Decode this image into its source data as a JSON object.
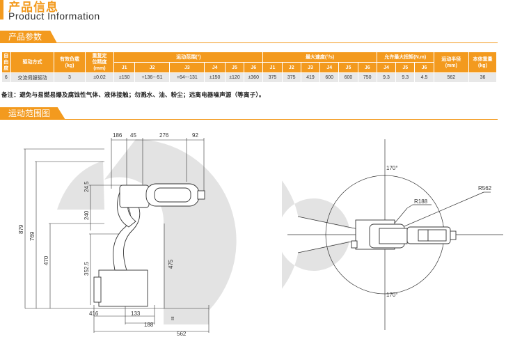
{
  "header": {
    "title_cn": "产品信息",
    "title_en": "Product Information"
  },
  "sections": {
    "params": "产品参数",
    "range": "运动范围图"
  },
  "table": {
    "h": {
      "axes": "自由度",
      "drive": "驱动方式",
      "payload": "有效负载\n(kg)",
      "repeat": "重复定\n位精度\n(mm)",
      "motion_range": "运动范围(°)",
      "max_speed": "最大速度(°/s)",
      "torque": "允许最大扭矩(N.m)",
      "radius": "运动半径\n(mm)",
      "weight": "本体重量\n(kg)"
    },
    "joints_motion": [
      "J1",
      "J2",
      "J3",
      "J4",
      "J5",
      "J6"
    ],
    "joints_speed": [
      "J1",
      "J2",
      "J3",
      "J4",
      "J5",
      "J6"
    ],
    "joints_torque": [
      "J4",
      "J5",
      "J6"
    ],
    "row": {
      "axes": "6",
      "drive": "交流伺服驱动",
      "payload": "3",
      "repeat": "±0.02",
      "motion": [
        "±150",
        "+136~-51",
        "+64~-131",
        "±150",
        "±120",
        "±360"
      ],
      "speed": [
        "375",
        "375",
        "419",
        "600",
        "600",
        "750"
      ],
      "torque": [
        "9.3",
        "9.3",
        "4.5"
      ],
      "radius": "562",
      "weight": "36"
    }
  },
  "note": "备注：避免与易燃易爆及腐蚀性气体、液体接触；勿溅水、油、粉尘；远离电器噪声源（等离子）。",
  "side_view": {
    "top_dims": [
      "186",
      "45",
      "276",
      "92"
    ],
    "vert_dims": [
      "879",
      "769",
      "470",
      "240",
      "352.5",
      "24.5",
      "475",
      "88"
    ],
    "bottom_dims": [
      "416",
      "133",
      "188",
      "562"
    ]
  },
  "top_view": {
    "angle_top": "170°",
    "angle_bottom": "170°",
    "r_inner": "R188",
    "r_outer": "R562"
  },
  "colors": {
    "accent": "#f39a1e",
    "range_fill": "#e3e3e3",
    "line": "#333333"
  }
}
